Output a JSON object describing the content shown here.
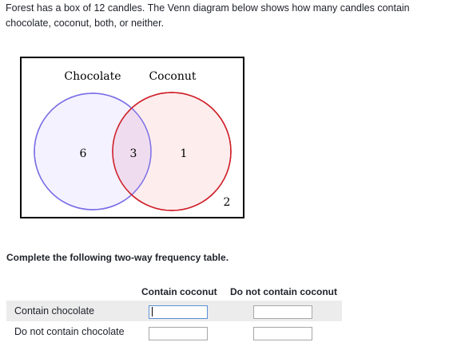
{
  "problem": {
    "text": "Forest has a box of 12 candles. The Venn diagram below shows how many candles contain chocolate, coconut, both, or neither."
  },
  "venn": {
    "labels": {
      "left": "Chocolate",
      "right": "Coconut"
    },
    "values": {
      "left_only": "6",
      "both": "3",
      "right_only": "1",
      "neither": "2"
    },
    "colors": {
      "left": "#7b6fe6",
      "right": "#d0202a",
      "left_fill": "#f4f2ff",
      "right_fill": "#fdecec",
      "overlap_fill": "#efdcee"
    }
  },
  "table": {
    "instruction": "Complete the following two-way frequency table.",
    "columns": [
      "Contain coconut",
      "Do not contain coconut"
    ],
    "rows": [
      {
        "label": "Contain chocolate",
        "values": [
          "",
          ""
        ]
      },
      {
        "label": "Do not contain chocolate",
        "values": [
          "",
          ""
        ]
      }
    ]
  }
}
